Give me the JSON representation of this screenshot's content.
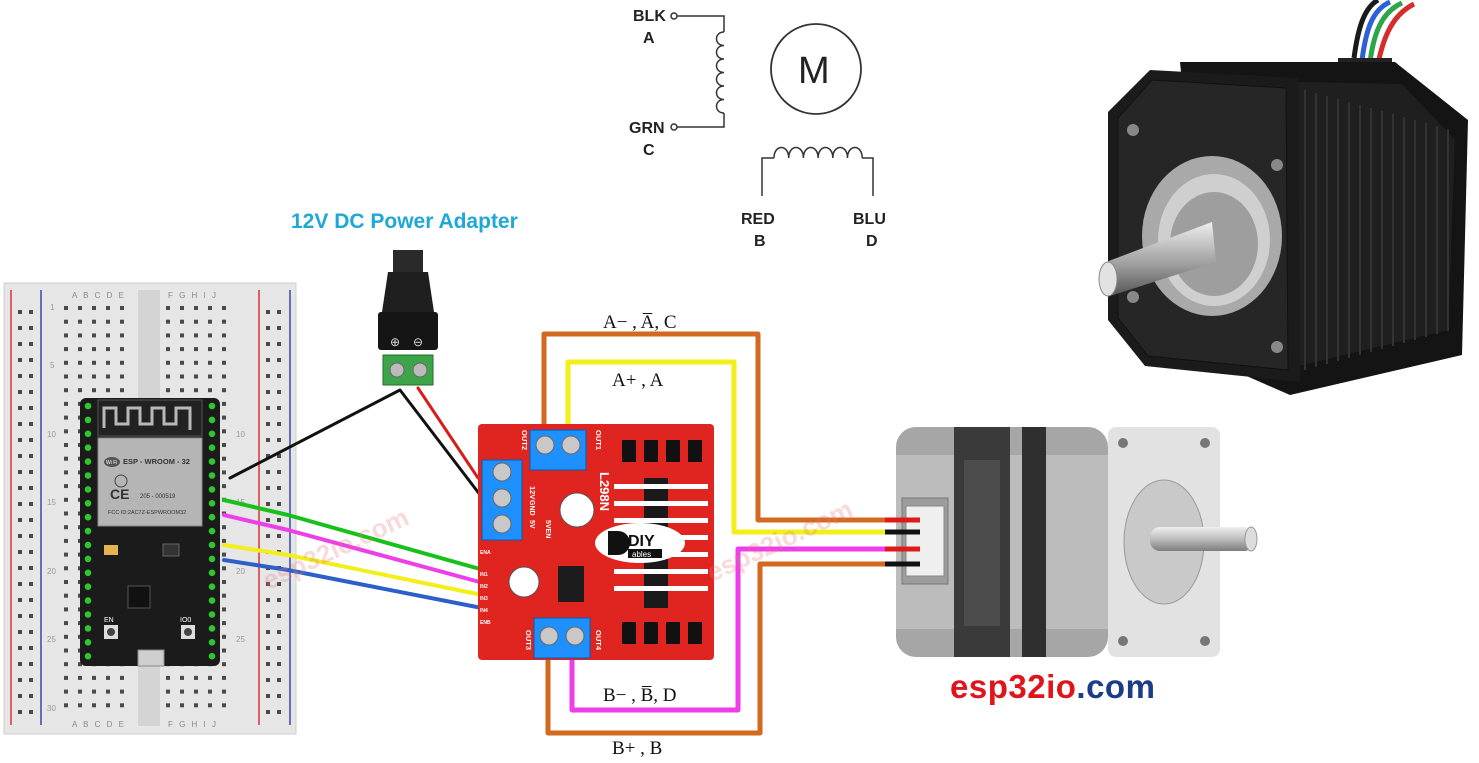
{
  "power_adapter": {
    "title": "12V DC Power Adapter",
    "plus": "⊕",
    "minus": "⊖"
  },
  "schematic": {
    "motor_symbol": "M",
    "coil_a_top": {
      "line1": "BLK",
      "line2": "A"
    },
    "coil_a_bottom": {
      "line1": "GRN",
      "line2": "C"
    },
    "coil_b_left": {
      "line1": "RED",
      "line2": "B"
    },
    "coil_b_right": {
      "line1": "BLU",
      "line2": "D"
    }
  },
  "wire_labels": {
    "a_minus": "A− , A̅, C",
    "a_plus": "A+ , A",
    "b_minus": "B− , B̅, D",
    "b_plus": "B+ , B"
  },
  "driver": {
    "chip": "L298N",
    "out1": "OUT1",
    "out2": "OUT2",
    "out3": "OUT3",
    "out4": "OUT4",
    "v12": "12V",
    "gnd": "GND",
    "v5": "5V",
    "v5en": "5VEN",
    "ena": "ENA",
    "enb": "ENB",
    "in1": "IN1",
    "in2": "IN2",
    "in3": "IN3",
    "in4": "IN4",
    "logo_main": "DIY",
    "logo_sub": "ables"
  },
  "esp32": {
    "module": "ESP - WROOM - 32",
    "cert": "205 - 000519",
    "fcc": "FCC ID:2AC7Z-ESPWROOM32",
    "wifi": "Wi Fi",
    "ce": "CE",
    "en": "EN",
    "io0": "IO0"
  },
  "breadboard": {
    "columns_left": "A B C D E",
    "columns_right": "F G H I J",
    "row_numbers": [
      "1",
      "5",
      "10",
      "15",
      "20",
      "25",
      "30"
    ]
  },
  "watermark": "esp32io.com",
  "brand": {
    "part1": "esp32",
    "part2": "io",
    "part3": ".com",
    "color1": "#e0141b",
    "color2": "#1c3c8a"
  },
  "colors": {
    "orange_wire": "#d2691e",
    "yellow_wire": "#f2ef1a",
    "pink_wire": "#ee3ee8",
    "green_wire": "#17c11a",
    "blue_wire": "#2d5fc9",
    "black_wire": "#111111",
    "red_wire": "#d71d1d",
    "driver_board": "#e0241f",
    "terminal_blue": "#1e90ff"
  }
}
